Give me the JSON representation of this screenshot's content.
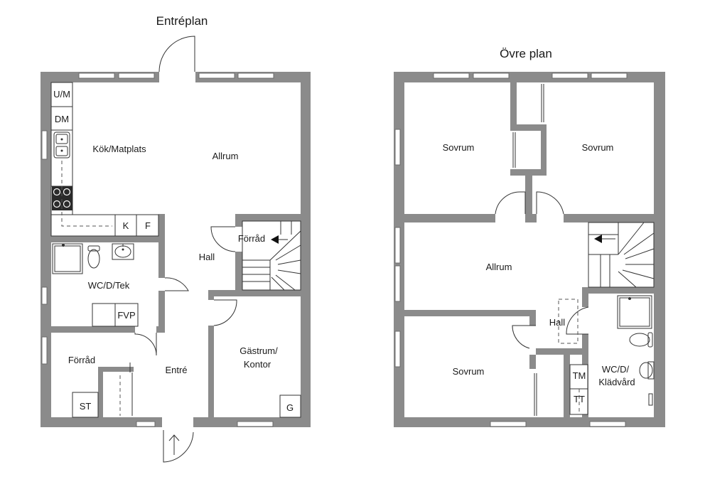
{
  "plans": {
    "ground": {
      "title": "Entréplan",
      "rooms": {
        "um": "U/M",
        "dm": "DM",
        "kitchen": "Kök/Matplats",
        "living": "Allrum",
        "k": "K",
        "f": "F",
        "storage_stair": "Förråd",
        "hall": "Hall",
        "wc": "WC/D/Tek",
        "fvp": "FVP",
        "storage": "Förråd",
        "entry": "Entré",
        "guest_line1": "Gästrum/",
        "guest_line2": "Kontor",
        "st": "ST",
        "g": "G"
      }
    },
    "upper": {
      "title": "Övre plan",
      "rooms": {
        "bed1": "Sovrum",
        "bed2": "Sovrum",
        "living": "Allrum",
        "hall": "Hall",
        "bed3": "Sovrum",
        "wc_line1": "WC/D/",
        "wc_line2": "Klädvård",
        "tm": "TM",
        "tt": "TT"
      }
    }
  }
}
